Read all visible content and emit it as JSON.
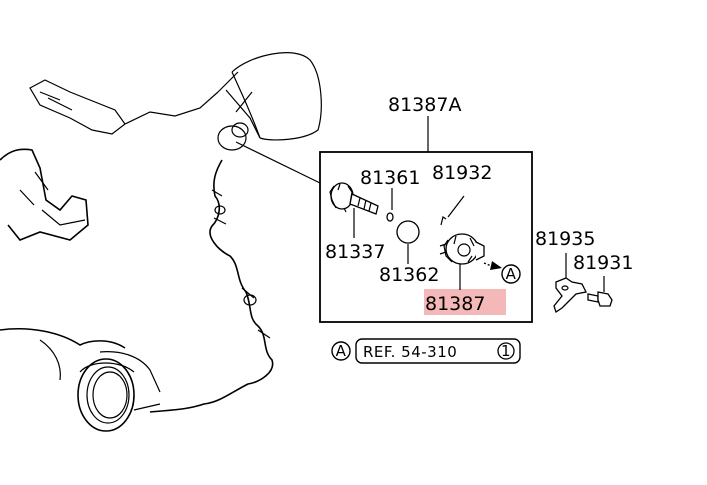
{
  "diagram": {
    "assembly_label": "81387A",
    "parts": [
      {
        "id": "81361",
        "label": "81361"
      },
      {
        "id": "81932",
        "label": "81932"
      },
      {
        "id": "81337",
        "label": "81337"
      },
      {
        "id": "81362",
        "label": "81362"
      },
      {
        "id": "81387",
        "label": "81387",
        "highlighted": true
      },
      {
        "id": "81935",
        "label": "81935"
      },
      {
        "id": "81931",
        "label": "81931"
      }
    ],
    "callout_marker": "A",
    "reference": {
      "marker": "A",
      "text": "REF. 54-310",
      "circled_number": "1"
    },
    "highlight_color": "#f4b8b8"
  }
}
